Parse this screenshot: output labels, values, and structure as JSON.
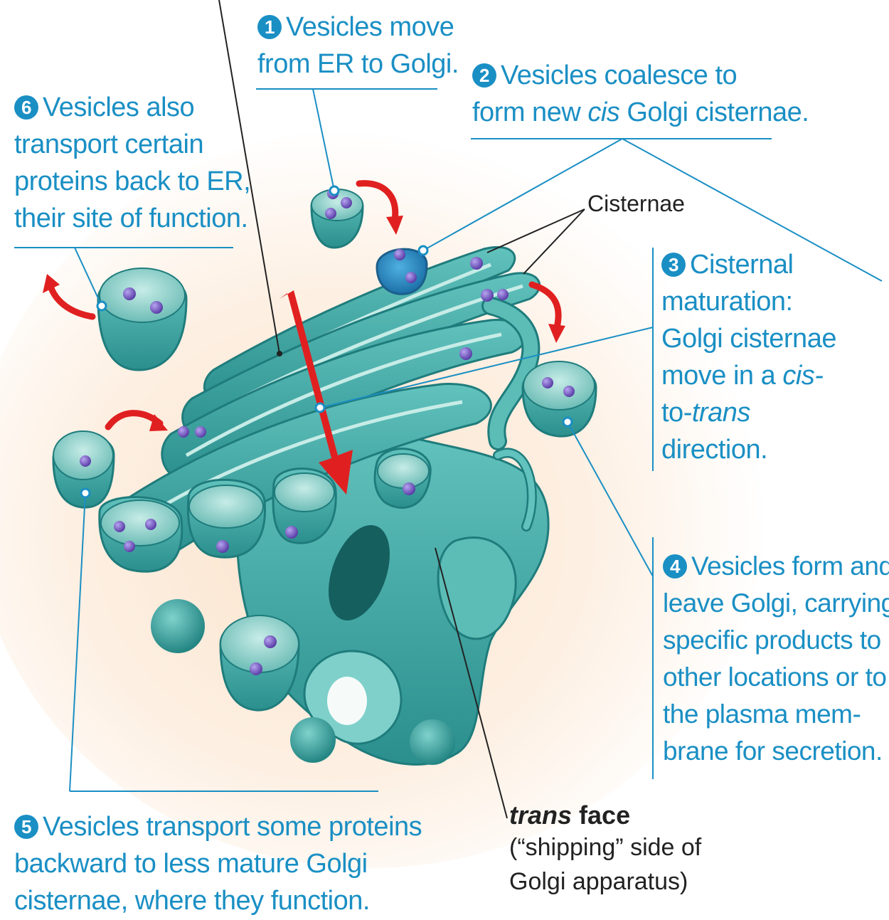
{
  "callouts": {
    "c1": {
      "number": "1",
      "lines": [
        "Vesicles move",
        "from ER to Golgi."
      ]
    },
    "c2": {
      "number": "2",
      "line1": "Vesicles coalesce to",
      "line2_pre": "form new ",
      "line2_italic": "cis",
      "line2_post": " Golgi cisternae."
    },
    "c3": {
      "number": "3",
      "line1": "Cisternal",
      "line2": "maturation:",
      "line3": "Golgi cisternae",
      "line4_pre": "move in a ",
      "line4_italic": "cis-",
      "line5_pre": "to-",
      "line5_italic": "trans",
      "line6": "direction."
    },
    "c4": {
      "number": "4",
      "lines": [
        "Vesicles form and",
        "leave Golgi, carrying",
        "specific products to",
        "other locations or to",
        "the plasma mem-",
        "brane for secretion."
      ]
    },
    "c5": {
      "number": "5",
      "lines": [
        "Vesicles transport some proteins",
        "backward to less mature Golgi",
        "cisternae, where they function."
      ]
    },
    "c6": {
      "number": "6",
      "lines": [
        "Vesicles also",
        "transport certain",
        "proteins back to ER,",
        "their site of function."
      ]
    }
  },
  "labels": {
    "cisternae": "Cisternae",
    "trans_face_italic": "trans",
    "trans_face_rest": " face",
    "trans_sub1": "(“shipping” side of",
    "trans_sub2": "Golgi apparatus)"
  },
  "colors": {
    "callout_blue": "#1a8fc4",
    "membrane_teal": "#3fa8a6",
    "membrane_dark": "#1f7c7c",
    "lumen_light": "#a9dcd6",
    "cargo_purple": "#7a5fc0",
    "arrow_red": "#e02020",
    "glow": "#fbe3cc"
  }
}
